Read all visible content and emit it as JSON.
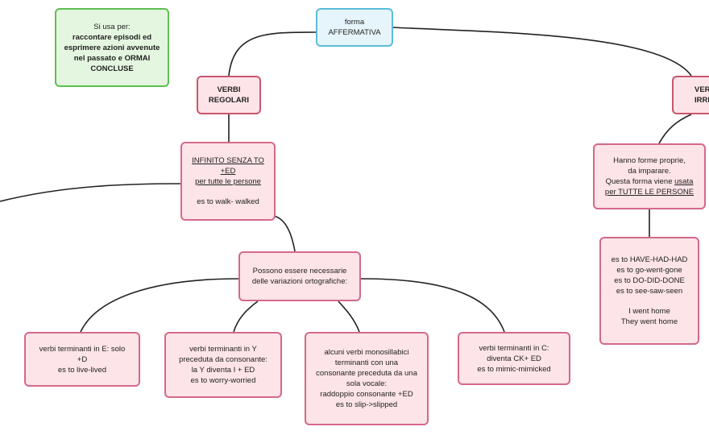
{
  "usage": {
    "title": "Si usa per:",
    "lines": [
      "raccontare episodi ed",
      "esprimere azioni avvenute",
      "nel passato e ORMAI",
      "CONCLUSE"
    ]
  },
  "root": {
    "lines": [
      "forma",
      "AFFERMATIVA"
    ]
  },
  "regular": {
    "lines": [
      "VERBI",
      "REGOLARI"
    ]
  },
  "irregular": {
    "lines": [
      "VER",
      "IRREGO"
    ]
  },
  "infinitive": {
    "line1": "INFINITO SENZA TO",
    "line2": "+ED",
    "line3": "per tutte le persone",
    "example": "es to walk- walked"
  },
  "irregular_desc": {
    "line1": "Hanno forme proprie,",
    "line2": "da imparare.",
    "line3_a": "Questa forma viene ",
    "line3_b": "usata",
    "line4": "per TUTTE LE PERSONE"
  },
  "irregular_examples": {
    "lines": [
      "es to HAVE-HAD-HAD",
      "es to go-went-gone",
      "es to DO-DID-DONE",
      "es to see-saw-seen"
    ],
    "extra": [
      "I went home",
      "They went home"
    ]
  },
  "spelling": {
    "lines": [
      "Possono essere necessarie",
      "delle variazioni ortografiche:"
    ]
  },
  "rule_e": {
    "lines": [
      "verbi terminanti in E: solo",
      "+D",
      "es to live-lived"
    ]
  },
  "rule_y": {
    "lines": [
      "verbi terminanti in Y",
      "preceduta da consonante:",
      "la Y diventa I + ED",
      "es to worry-worried"
    ]
  },
  "rule_mono": {
    "lines": [
      "alcuni verbi monosillabici",
      "terminanti con una",
      "consonante preceduta da una",
      "sola vocale:",
      "raddoppio consonante +ED",
      "es to slip->slipped"
    ]
  },
  "rule_c": {
    "lines": [
      "verbi terminanti in C:",
      "diventa CK+ ED",
      "es to mimic-mimicked"
    ]
  }
}
